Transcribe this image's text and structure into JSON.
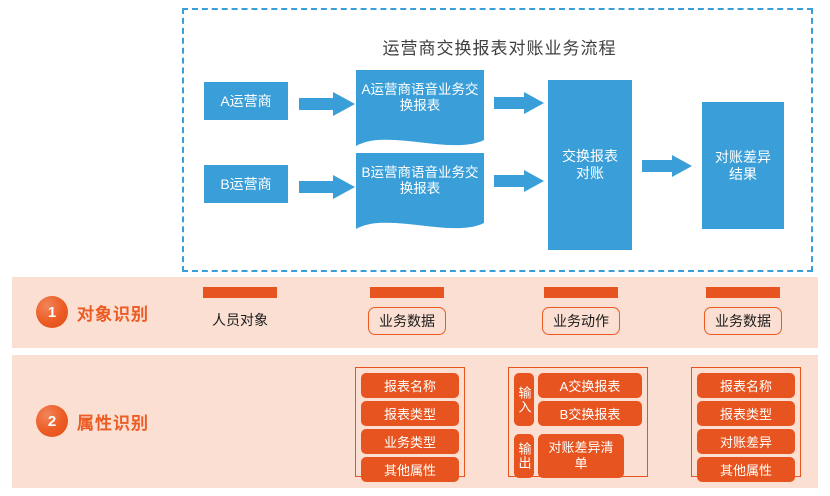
{
  "flow": {
    "title": "运营商交换报表对账业务流程",
    "nodes": {
      "operator_a": "A运营商",
      "operator_b": "B运营商",
      "report_a": "A运营商语音业务交换报表",
      "report_b": "B运营商语音业务交换报表",
      "reconcile": "交换报表对账",
      "result": "对账差异结果"
    }
  },
  "bands": [
    {
      "number": "1",
      "label": "对象识别",
      "items": [
        {
          "text": "人员对象",
          "boxed": false
        },
        {
          "text": "业务数据",
          "boxed": true
        },
        {
          "text": "业务动作",
          "boxed": true
        },
        {
          "text": "业务数据",
          "boxed": true
        }
      ]
    },
    {
      "number": "2",
      "label": "属性识别",
      "groups": {
        "report_attrs": [
          "报表名称",
          "报表类型",
          "业务类型",
          "其他属性"
        ],
        "io": {
          "input_label": "输入",
          "input_items": [
            "A交换报表",
            "B交换报表"
          ],
          "output_label": "输出",
          "output_items": [
            "对账差异清单"
          ]
        },
        "result_attrs": [
          "报表名称",
          "报表类型",
          "对账差异",
          "其他属性"
        ]
      }
    }
  ],
  "colors": {
    "blue": "#3a9fd8",
    "orange": "#e8541f",
    "orange_accent": "#ec5b23",
    "band_bg": "#fbdfd2"
  }
}
